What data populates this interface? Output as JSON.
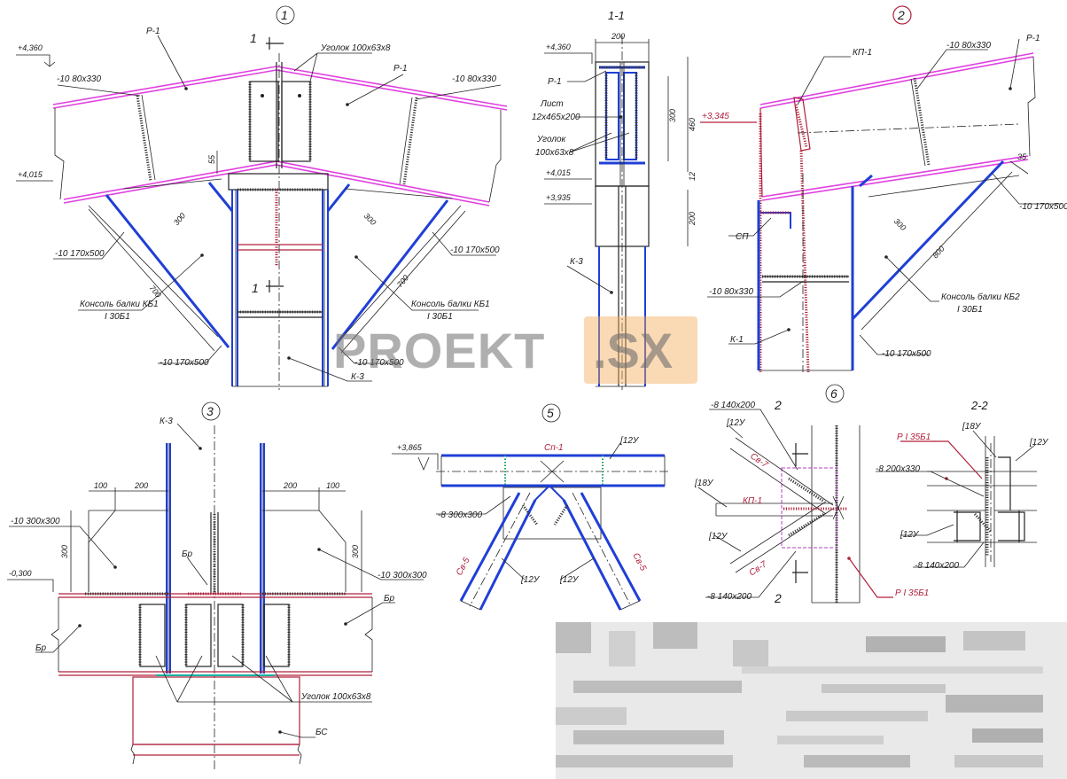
{
  "nodes": {
    "n1": "1",
    "n2": "2",
    "n3": "3",
    "n5": "5",
    "n6": "6"
  },
  "sections": {
    "s11": "1-1",
    "s22": "2-2"
  },
  "marks": {
    "cut1_top": "1",
    "cut1_bot": "1",
    "cut2_top": "2",
    "cut2_bot": "2"
  },
  "node1": {
    "elev_top": "+4,360",
    "elev_mid": "+4,015",
    "r1_left": "Р-1",
    "r1_right": "Р-1",
    "plate_left": "-10 80х330",
    "plate_right": "-10 80х330",
    "angle": "Уголок 100х63х8",
    "dim_55": "55",
    "dim_300_left": "300",
    "dim_700_left": "700",
    "dim_300_right": "300",
    "dim_700_right": "700",
    "plate170_ul": "-10 170х500",
    "plate170_ur": "-10 170х500",
    "plate170_ll": "-10 170х500",
    "plate170_lr": "-10 170х500",
    "console_left": "Консоль балки КБ1",
    "console_left_prof": "I 30Б1",
    "console_right": "Консоль балки КБ1",
    "console_right_prof": "I 30Б1",
    "column": "К-3"
  },
  "sec11": {
    "elev_top": "+4,360",
    "elev_mid": "+4,015",
    "elev_low": "+3,935",
    "dim_200": "200",
    "dim_300": "300",
    "dim_460": "460",
    "dim_12": "12",
    "dim_200b": "200",
    "r1": "Р-1",
    "sheet": "Лист",
    "sheet_size": "12х465х200",
    "angle": "Уголок",
    "angle_size": "100х63х8",
    "column": "К-3"
  },
  "node2": {
    "elev": "+3,345",
    "kp1": "КП-1",
    "plate80": "-10 80х330",
    "r1": "Р-1",
    "dim_35": "35",
    "plate170_r": "-10 170х500",
    "plate170_b": "-10 170х500",
    "dim_300": "300",
    "dim_800": "800",
    "sp": "СП",
    "plate80_b": "-10 80х330",
    "console": "Консоль балки КБ2",
    "console_prof": "I 30Б1",
    "column": "К-1"
  },
  "node3": {
    "column": "К-3",
    "dim_100_l": "100",
    "dim_200_l": "200",
    "dim_200_r": "200",
    "dim_100_r": "100",
    "plate_l": "-10 300х300",
    "plate_r": "-10 300х300",
    "dim_300_l": "300",
    "dim_300_r": "300",
    "elev": "-0,300",
    "br_top": "Бр",
    "br_l": "Бр",
    "br_r": "Бр",
    "angle": "Уголок 100х63х8",
    "bs": "БС"
  },
  "node5": {
    "elev": "+3,865",
    "sp1": "Сп-1",
    "ch12_top": "[12У",
    "plate": "-8 300х300",
    "sv5_l": "Св-5",
    "sv5_r": "Св-5",
    "ch12_l": "[12У",
    "ch12_r": "[12У"
  },
  "node6": {
    "plate_top": "-8 140х200",
    "ch12_a": "[12У",
    "sv7_top": "Св-7",
    "ch18": "[18У",
    "kp1": "КП-1",
    "ch12_b": "[12У",
    "sv7_bot": "Св-7",
    "plate_bot": "-8 140х200",
    "beam": "Р I 35Б1"
  },
  "sec22": {
    "beam": "Р I 35Б1",
    "ch18": "[18У",
    "ch12_r": "[12У",
    "plate": "-8 200х330",
    "ch12_l": "[12У",
    "plate_bot": "-8 140х200"
  },
  "watermark": {
    "word": "PROEKT",
    "tld": ".SX"
  },
  "colors": {
    "steel_blue": "#1f3fd6",
    "truss_pink": "#e040e0",
    "accent_red": "#b0203a",
    "watermark_orange": "#f4aa5a"
  }
}
